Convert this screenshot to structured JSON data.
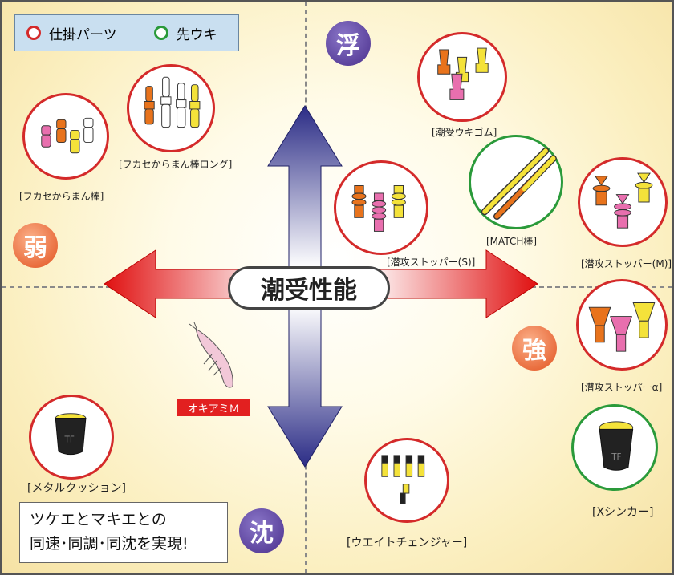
{
  "legend": {
    "item1": "仕掛パーツ",
    "item2": "先ウキ",
    "item1_color": "#d42a2a",
    "item2_color": "#2a9a3a"
  },
  "axis": {
    "center": "潮受性能",
    "top": "浮",
    "bottom": "沈",
    "left": "弱",
    "right": "強"
  },
  "parts": {
    "fukase_long": "[フカセからまん棒ロング]",
    "fukase": "[フカセからまん棒]",
    "shiouke_gomu": "[潮受ウキゴム]",
    "match": "[MATCH棒]",
    "stopper_s": "[潜攻ストッパー(S)]",
    "stopper_m": "[潜攻ストッパー(M)]",
    "stopper_a": "[潜攻ストッパーα]",
    "metal": "[メタルクッション]",
    "x_sinker": "[Xシンカー]",
    "weight": "[ウエイトチェンジャー]"
  },
  "okiami": "オキアミＭ",
  "note": {
    "line1": "ツケエとマキエとの",
    "line2": "同速･同調･同沈を実現!"
  },
  "colors": {
    "orange": "#e8731c",
    "pink": "#e86fae",
    "yellow": "#f4e23a",
    "arrow_blue": "#2b2c86",
    "arrow_red": "#e01010"
  }
}
